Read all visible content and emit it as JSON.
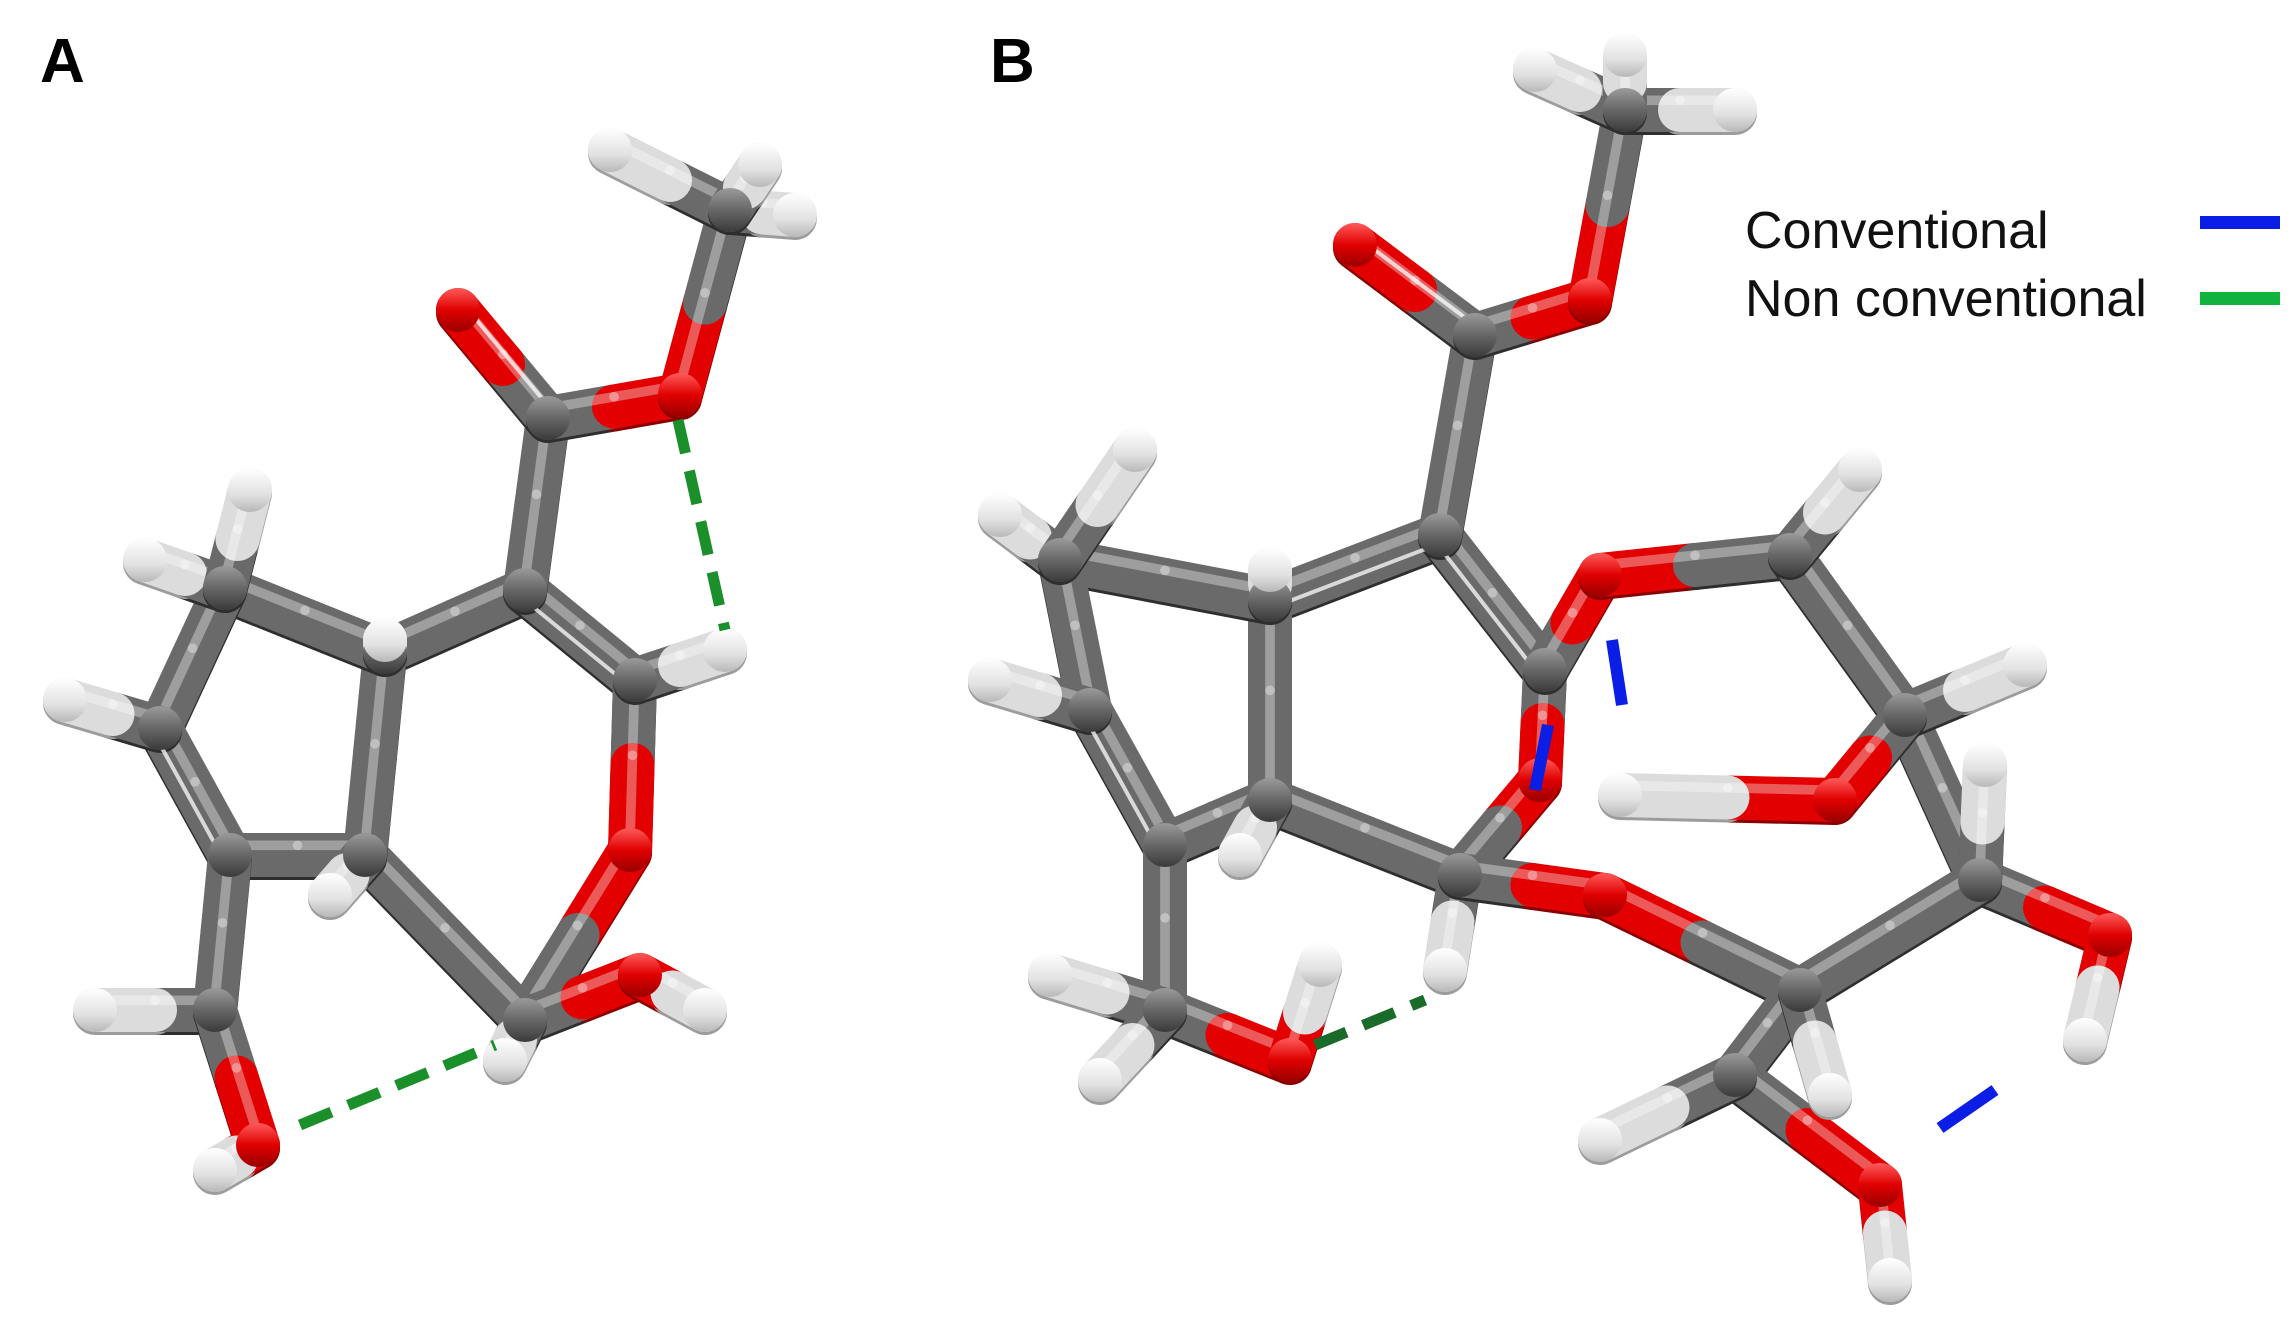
{
  "panels": [
    {
      "letter": "A"
    },
    {
      "letter": "B"
    }
  ],
  "legend": {
    "items": [
      {
        "label": "Conventional",
        "color": "#0a1ee6"
      },
      {
        "label": "Non conventional",
        "color": "#10b43c"
      }
    ]
  },
  "colors": {
    "carbon": "#6e6e6e",
    "oxygen": "#ef0000",
    "hydrogen": "#e6e6e6",
    "hbond_nonconventional_drawn": "#1a8f2a"
  }
}
